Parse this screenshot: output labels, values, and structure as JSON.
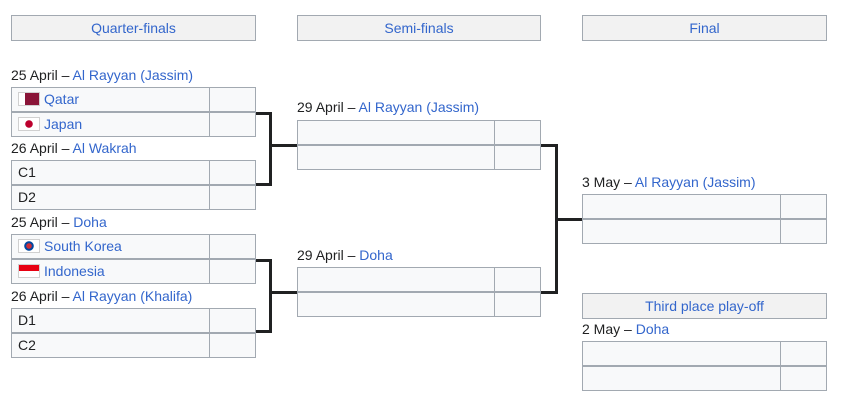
{
  "headers": {
    "quarterfinals": "Quarter-finals",
    "semifinals": "Semi-finals",
    "final": "Final",
    "third_place": "Third place play-off"
  },
  "qf1": {
    "date": "25 April – ",
    "venue": "Al Rayyan (Jassim)",
    "team1": "Qatar",
    "flag1": "flag-qatar-icon",
    "team2": "Japan",
    "flag2": "flag-japan-icon",
    "score1": "",
    "score2": ""
  },
  "qf2": {
    "date": "26 April – ",
    "venue": "Al Wakrah",
    "team1": "C1",
    "team2": "D2",
    "score1": "",
    "score2": ""
  },
  "qf3": {
    "date": "25 April – ",
    "venue": "Doha",
    "team1": "South Korea",
    "flag1": "flag-south-korea-icon",
    "team2": "Indonesia",
    "flag2": "flag-indonesia-icon",
    "score1": "",
    "score2": ""
  },
  "qf4": {
    "date": "26 April – ",
    "venue": "Al Rayyan (Khalifa)",
    "team1": "D1",
    "team2": "C2",
    "score1": "",
    "score2": ""
  },
  "sf1": {
    "date": "29 April – ",
    "venue": "Al Rayyan (Jassim)",
    "team1": "",
    "team2": "",
    "score1": "",
    "score2": ""
  },
  "sf2": {
    "date": "29 April – ",
    "venue": "Doha",
    "team1": "",
    "team2": "",
    "score1": "",
    "score2": ""
  },
  "final": {
    "date": "3 May – ",
    "venue": "Al Rayyan (Jassim)",
    "team1": "",
    "team2": "",
    "score1": "",
    "score2": ""
  },
  "third": {
    "date": "2 May – ",
    "venue": "Doha",
    "team1": "",
    "team2": "",
    "score1": "",
    "score2": ""
  },
  "colors": {
    "link": "#3366cc",
    "cell_bg": "#f8f9fa",
    "border": "#a2a9b1",
    "header_bg": "#f2f2f2"
  }
}
